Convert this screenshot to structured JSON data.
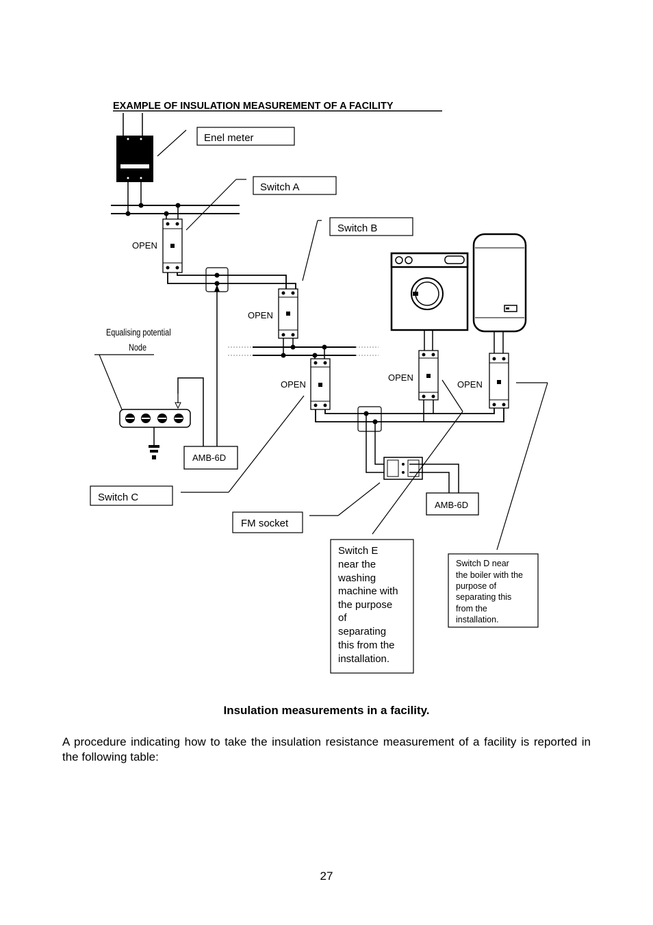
{
  "diagram": {
    "title": "EXAMPLE OF INSULATION MEASUREMENT OF A FACILITY",
    "labels": {
      "enel_meter": "Enel meter",
      "switch_a": "Switch A",
      "switch_b": "Switch B",
      "switch_c": "Switch C",
      "fm_socket": "FM socket",
      "open": "OPEN",
      "amb_6d": "AMB-6D",
      "node_line1": "Equalising potential",
      "node_line2": "Node",
      "switch_e": [
        "Switch E",
        "near the",
        "washing",
        "machine with",
        "the purpose",
        "of",
        "separating",
        "this from the",
        "installation."
      ],
      "switch_d": [
        "Switch D near",
        "the boiler with the",
        "purpose of",
        "separating this",
        "from the",
        "installation."
      ]
    }
  },
  "caption": "Insulation measurements in a facility.",
  "paragraph": "A procedure indicating how to take the insulation resistance measurement of a facility is reported in the following table:",
  "page_number": "27"
}
